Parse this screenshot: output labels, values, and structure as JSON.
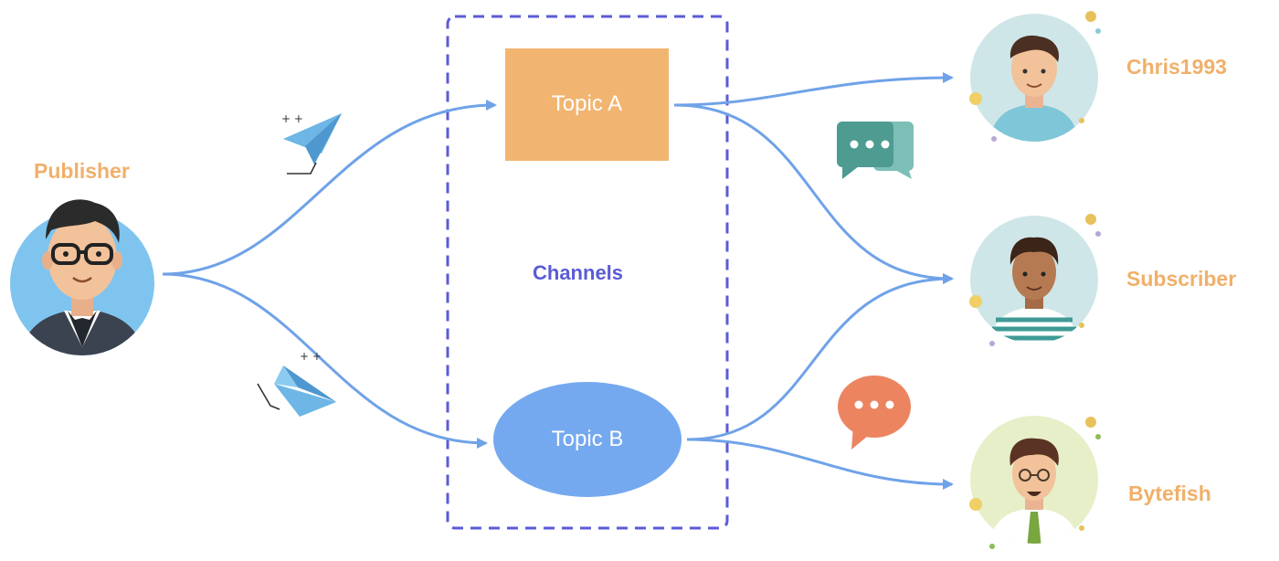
{
  "publisher": {
    "label": "Publisher"
  },
  "channels": {
    "label": "Channels"
  },
  "topics": [
    {
      "label": "Topic A",
      "color": "#f2b571"
    },
    {
      "label": "Topic B",
      "color": "#75a9ef"
    }
  ],
  "subscribers": [
    {
      "label": "Chris1993"
    },
    {
      "label": "Subscriber"
    },
    {
      "label": "Bytefish"
    }
  ],
  "colors": {
    "name_text": "#f0b06a",
    "channels_text": "#5b5bd6",
    "channel_border": "#5b5bd6",
    "flow_line": "#6fa2e8",
    "chat_teal": "#5aa9a0",
    "chat_orange": "#ec8460",
    "plane": "#6db6e6"
  },
  "icons": {
    "publisher_avatar": "man-with-glasses-avatar-icon",
    "subscriber_avatars": [
      "man-avatar-icon",
      "striped-shirt-man-avatar-icon",
      "man-with-tie-avatar-icon"
    ],
    "planes": [
      "paper-plane-icon",
      "paper-plane-icon"
    ],
    "chats": [
      "chat-bubbles-icon",
      "speech-bubble-icon"
    ]
  }
}
